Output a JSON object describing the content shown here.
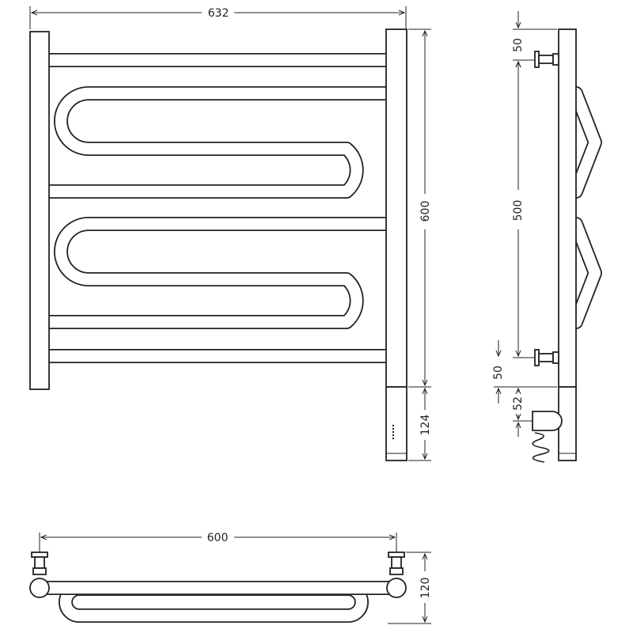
{
  "dimensions": {
    "front_width": "632",
    "front_height": "600",
    "control_height": "124",
    "side_top_offset": "50",
    "side_mount_spacing": "500",
    "side_bottom_offset": "50",
    "side_plug_offset": "52",
    "top_width": "600",
    "top_depth": "120"
  },
  "colors": {
    "line": "#222222",
    "background": "#ffffff"
  }
}
